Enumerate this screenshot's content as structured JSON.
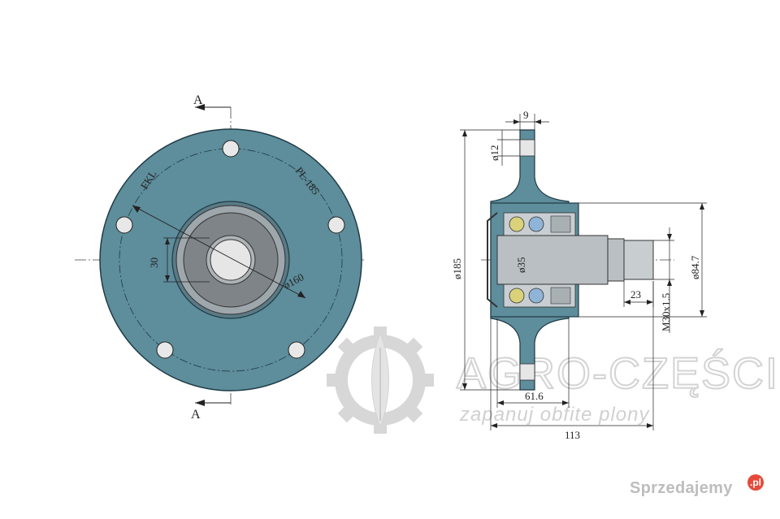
{
  "drawing": {
    "section_label_top": "A",
    "section_label_bottom": "A",
    "front_view": {
      "arc_label_left": "FKL",
      "arc_label_right": "PL-185",
      "dim_bore": "30",
      "dim_bolt_circle": "ø160"
    },
    "side_view": {
      "dim_flange_thickness": "9",
      "dim_bolt_hole": "ø12",
      "dim_flange_diameter": "ø185",
      "dim_shaft": "ø35",
      "dim_thread_length": "23",
      "dim_thread": "M30x1.5",
      "dim_housing": "ø84.7",
      "dim_partial_length": "61.6",
      "dim_total_length": "113"
    }
  },
  "watermark": {
    "brand": "AGRO-CZĘŚCI",
    "slogan": "zapanuj obfite plony"
  },
  "site_badge": {
    "name": "Sprzedajemy",
    "suffix": ".pl"
  },
  "colors": {
    "flange": "#5e8d9b",
    "hub_ring": "#9ea7ab",
    "inner_ring": "#7f8488",
    "bore": "#e6e6e6",
    "bearing_ball": "#8fb4d8",
    "seal": "#d9d27a",
    "watermark": "#d0d0d0"
  }
}
